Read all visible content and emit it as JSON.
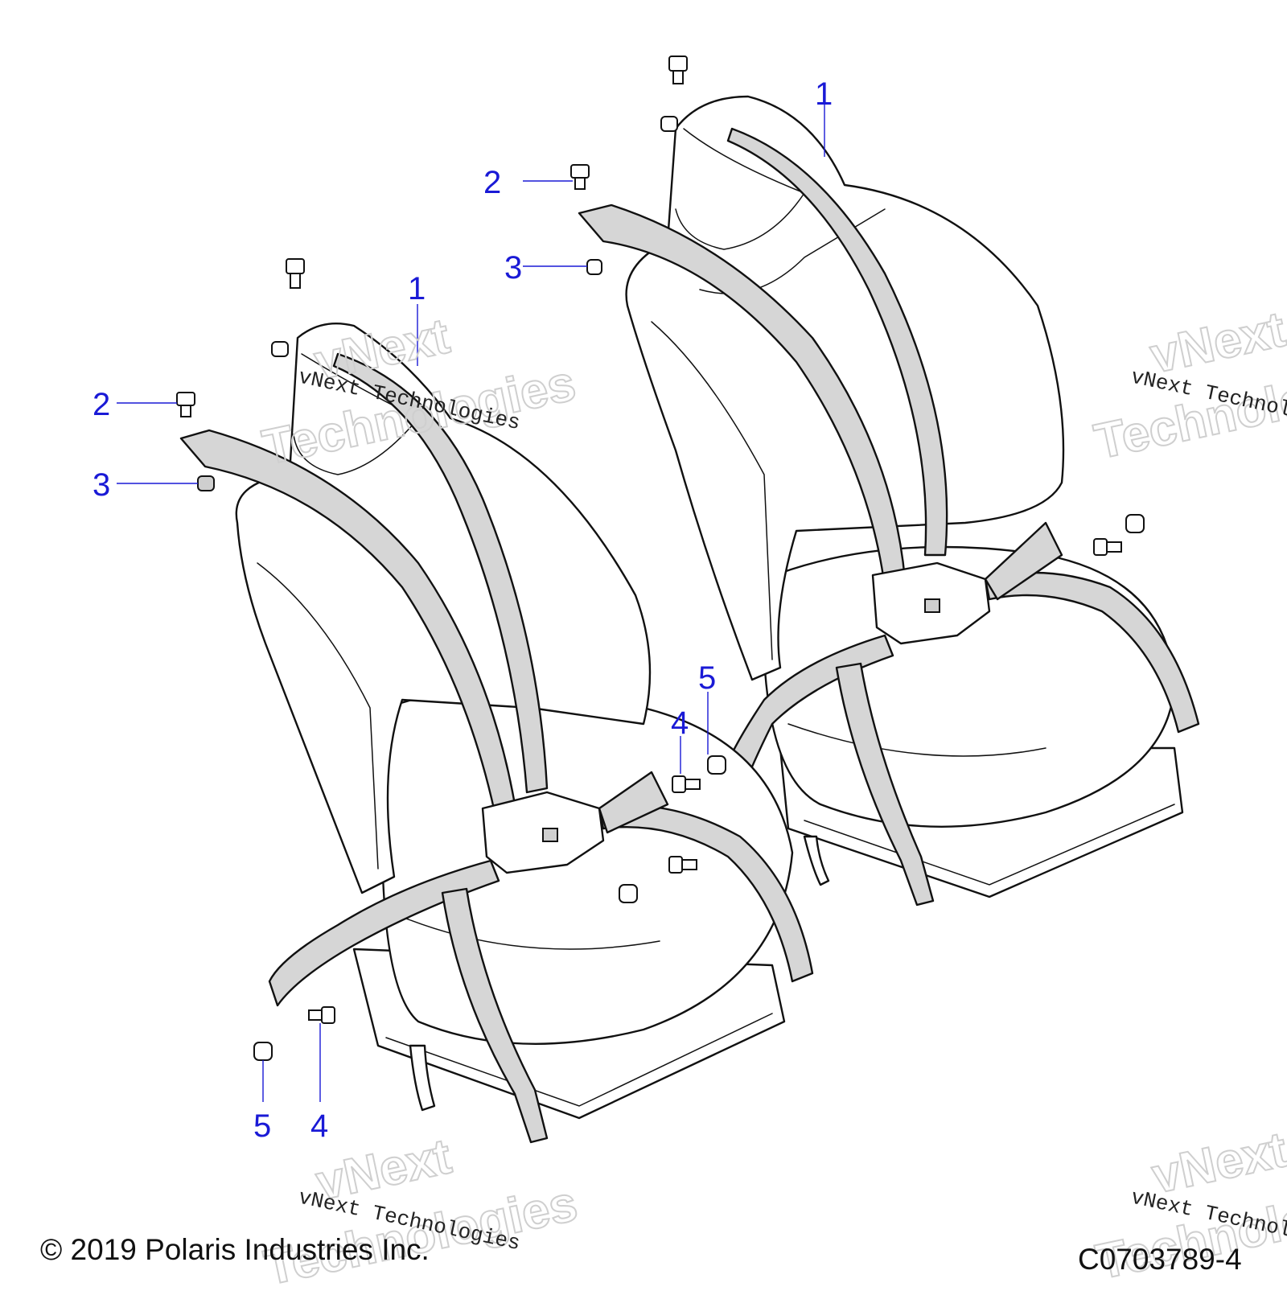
{
  "callouts": {
    "right_1": "1",
    "right_2": "2",
    "right_3": "3",
    "left_1": "1",
    "left_2": "2",
    "left_3": "3",
    "mid_4": "4",
    "mid_5": "5",
    "low_4": "4",
    "low_5": "5"
  },
  "watermark": {
    "text": "vNext Technologies",
    "ghost_top": "vNext",
    "ghost_bottom": "Technologies"
  },
  "footer": {
    "copyright": "© 2019 Polaris Industries Inc.",
    "figure_code": "C0703789-4"
  },
  "colors": {
    "callout": "#1a1ad6",
    "belt_fill": "#d6d6d6",
    "line": "#111111"
  }
}
